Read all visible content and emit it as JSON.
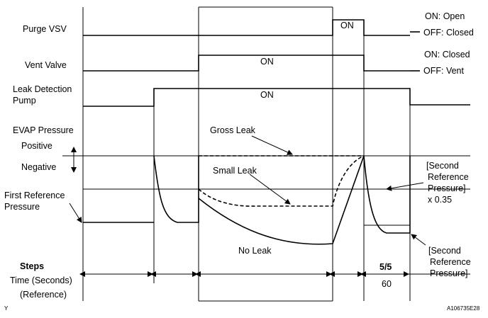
{
  "rows": {
    "purge_vsv": "Purge VSV",
    "vent_valve": "Vent Valve",
    "leak_pump_line1": "Leak Detection",
    "leak_pump_line2": "Pump",
    "evap_pressure": "EVAP Pressure",
    "positive": "Positive",
    "negative": "Negative",
    "first_ref_line1": "First Reference",
    "first_ref_line2": "Pressure"
  },
  "states": {
    "purge_on_label": "ON: Open",
    "purge_off_label": "OFF: Closed",
    "vent_on_label": "ON: Closed",
    "vent_off_label": "OFF: Vent",
    "on": "ON"
  },
  "curves": {
    "gross_leak": "Gross Leak",
    "small_leak": "Small Leak",
    "no_leak": "No Leak"
  },
  "second_ref": {
    "line1": "[Second",
    "line2": "Reference",
    "line3": "Pressure]",
    "factor": "x 0.35"
  },
  "second_ref_final": {
    "line1": "[Second",
    "line2": "Reference",
    "line3": "Pressure]"
  },
  "bottom": {
    "steps": "Steps",
    "time": "Time (Seconds)",
    "reference": "(Reference)",
    "step_value": "5/5",
    "time_value": "60"
  },
  "corner": {
    "y_mark": "Y",
    "code": "A106735E28"
  }
}
